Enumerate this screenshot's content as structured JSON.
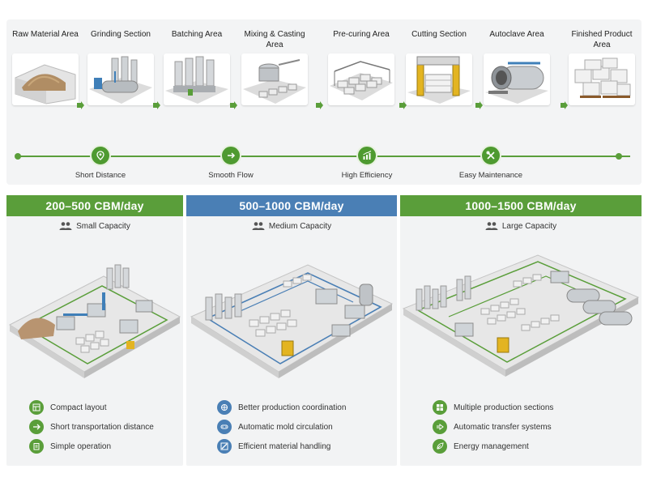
{
  "process": {
    "stages": [
      {
        "title": "Raw Material Area",
        "icon": "sand-pile-icon"
      },
      {
        "title": "Grinding Section",
        "icon": "ball-mill-icon"
      },
      {
        "title": "Batching Area",
        "icon": "silo-icon"
      },
      {
        "title": "Mixing & Casting Area",
        "icon": "mixer-icon"
      },
      {
        "title": "Pre-curing Area",
        "icon": "curing-rack-icon"
      },
      {
        "title": "Cutting Section",
        "icon": "cutting-machine-icon"
      },
      {
        "title": "Autoclave Area",
        "icon": "autoclave-icon"
      },
      {
        "title": "Finished Product Area",
        "icon": "block-stack-icon"
      }
    ],
    "benefits": [
      {
        "label": "Short Distance",
        "icon": "location-pin-icon"
      },
      {
        "label": "Smooth Flow",
        "icon": "arrow-right-icon"
      },
      {
        "label": "High Efficiency",
        "icon": "growth-chart-icon"
      },
      {
        "label": "Easy Maintenance",
        "icon": "tools-icon"
      }
    ],
    "accent": "#4e9a30"
  },
  "capacities": [
    {
      "range": "200–500 CBM/day",
      "size": "Small Capacity",
      "color": "#5a9e3a",
      "features": [
        "Compact layout",
        "Short transportation distance",
        "Simple operation"
      ]
    },
    {
      "range": "500–1000 CBM/day",
      "size": "Medium Capacity",
      "color": "#4a7fb5",
      "features": [
        "Better production coordination",
        "Automatic mold circulation",
        "Efficient material handling"
      ]
    },
    {
      "range": "1000–1500 CBM/day",
      "size": "Large Capacity",
      "color": "#5a9e3a",
      "features": [
        "Multiple production sections",
        "Automatic transfer systems",
        "Energy management"
      ]
    }
  ]
}
